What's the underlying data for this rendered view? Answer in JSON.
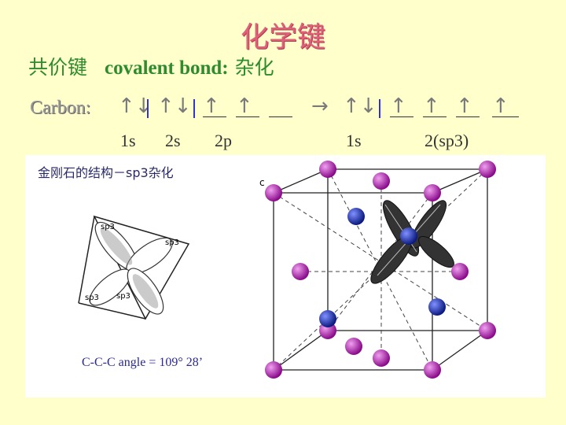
{
  "title": "化学键",
  "subtitle": {
    "cn": "共价键",
    "en": "covalent bond:",
    "hybrid": "杂化"
  },
  "carbon_label": "Carbon:",
  "orbital_labels": {
    "s1": "1s",
    "s2": "2s",
    "p2": "2p",
    "s1b": "1s",
    "sp3": "2(sp3)"
  },
  "arrow": "→",
  "panel": {
    "caption": "金刚石的结构－sp3杂化",
    "angle": "C-C-C angle = 109° 28’"
  },
  "lobe_labels": [
    "sp3",
    "sp3",
    "sp3",
    "sp3"
  ],
  "atom_label": "c",
  "colors": {
    "title": "#e0607a",
    "subtitle": "#2e8b2e",
    "purple_atom": "#b01ab0",
    "blue_atom": "#1a2fb0"
  }
}
